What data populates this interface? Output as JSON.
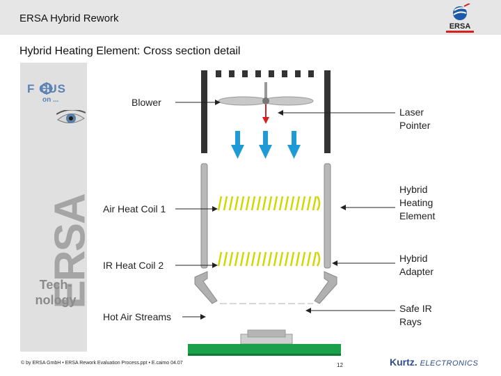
{
  "header": {
    "title": "ERSA Hybrid Rework",
    "logo_text": "ERSA"
  },
  "slide": {
    "title": "Hybrid Heating Element: Cross section detail"
  },
  "sidebar": {
    "focus": "F   CUS",
    "on": "on ...",
    "brand": "ERSA",
    "tech_line1": "Tech-",
    "tech_line2": "nology"
  },
  "labels": {
    "blower": "Blower",
    "laser_1": "Laser",
    "laser_2": "Pointer",
    "air_coil": "Air Heat Coil 1",
    "hybrid_element_1": "Hybrid",
    "hybrid_element_2": "Heating",
    "hybrid_element_3": "Element",
    "ir_coil": "IR Heat Coil 2",
    "hybrid_adapter_1": "Hybrid",
    "hybrid_adapter_2": "Adapter",
    "hot_air": "Hot Air Streams",
    "safe_ir_1": "Safe IR",
    "safe_ir_2": "Rays"
  },
  "footer": {
    "left": "© by ERSA GmbH • ERSA Rework Evaluation Process.ppt • E.caimo 04.07",
    "page": "12",
    "brand_bold": "Kurtz.",
    "brand_rest": "ELECTRONICS"
  },
  "colors": {
    "arrow_blue": "#1e9bd7",
    "coil_yellow": "#d4d400",
    "board_green": "#1aa04a",
    "laser_red": "#d62020",
    "frame_dark": "#333333"
  }
}
